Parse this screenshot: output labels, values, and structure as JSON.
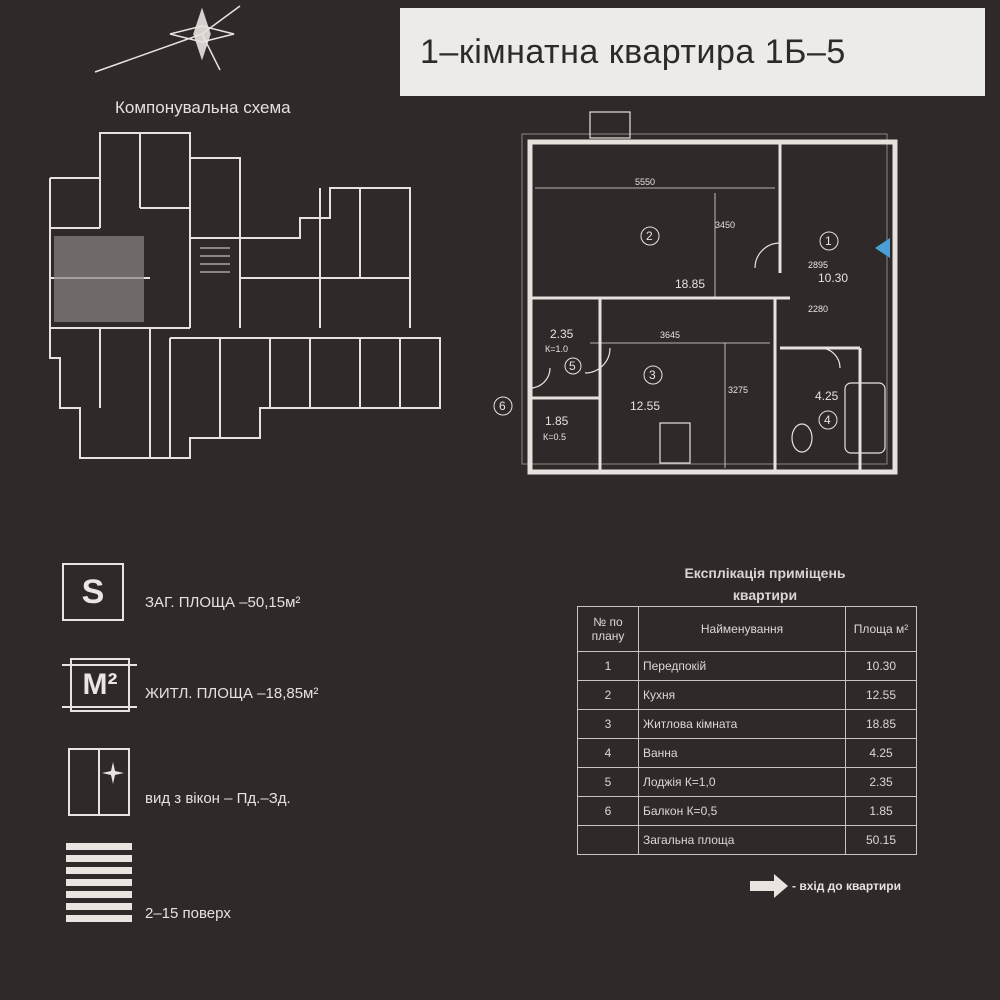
{
  "header": {
    "title": "1–кімнатна квартира 1Б–5"
  },
  "scheme": {
    "title": "Компонувальна схема"
  },
  "plan": {
    "rooms": [
      {
        "number": "1",
        "area": "10.30"
      },
      {
        "number": "2",
        "area": "18.85"
      },
      {
        "number": "3",
        "area": "12.55"
      },
      {
        "number": "4",
        "area": "4.25"
      },
      {
        "number": "5",
        "area": "2.35",
        "coef": "К=1.0"
      },
      {
        "number": "6",
        "area": "1.85",
        "coef": "К=0.5"
      }
    ],
    "dimensions": [
      "5550",
      "3450",
      "3645",
      "3275",
      "2280",
      "2895"
    ]
  },
  "legend": {
    "total_area_symbol": "S",
    "total_area": "ЗАГ. ПЛОЩА –50,15м²",
    "living_area_symbol": "М²",
    "living_area": "ЖИТЛ. ПЛОЩА –18,85м²",
    "view": "вид з вікон – Пд.–Зд.",
    "floors": "2–15 поверх"
  },
  "explication": {
    "title_line1": "Експлікація приміщень",
    "title_line2": "квартири",
    "headers": [
      "№ по плану",
      "Найменування",
      "Площа м²"
    ],
    "rows": [
      [
        "1",
        "Передпокій",
        "10.30"
      ],
      [
        "2",
        "Кухня",
        "12.55"
      ],
      [
        "3",
        "Житлова кімната",
        "18.85"
      ],
      [
        "4",
        "Ванна",
        "4.25"
      ],
      [
        "5",
        "Лоджія  К=1,0",
        "2.35"
      ],
      [
        "6",
        "Балкон  К=0,5",
        "1.85"
      ]
    ],
    "total_label": "Загальна площа",
    "total_value": "50.15"
  },
  "entrance": {
    "label": "- вхід до квартири"
  }
}
